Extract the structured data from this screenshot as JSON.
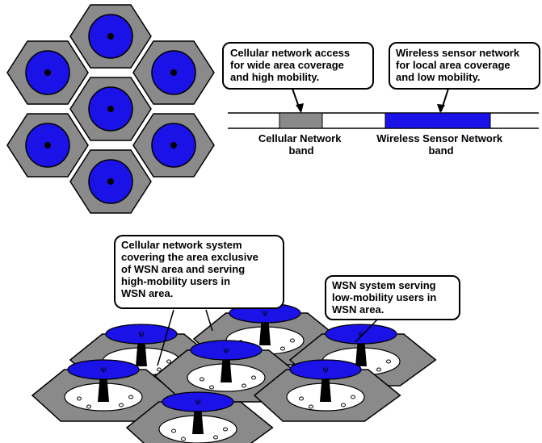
{
  "colors": {
    "cell_gray": "#8a8a8a",
    "wsn_blue": "#1a12e6",
    "outline": "#000000",
    "background": "#ffffff",
    "disc_white": "#ffffff"
  },
  "callouts": {
    "cellular_access": [
      "Cellular network access",
      "for wide area coverage",
      "and high mobility."
    ],
    "wsn_local": [
      "Wireless sensor network",
      "for local area coverage",
      "and low mobility."
    ],
    "cellular_system": [
      "Cellular network system",
      "covering the area exclusive",
      "of WSN area and serving",
      "high-mobility users in",
      "WSN area."
    ],
    "wsn_system": [
      "WSN system serving",
      "low-mobility users in",
      "WSN area."
    ]
  },
  "bands": {
    "cellular_label": [
      "Cellular Network",
      "band"
    ],
    "wsn_label": [
      "Wireless Sensor Network",
      "band"
    ]
  }
}
